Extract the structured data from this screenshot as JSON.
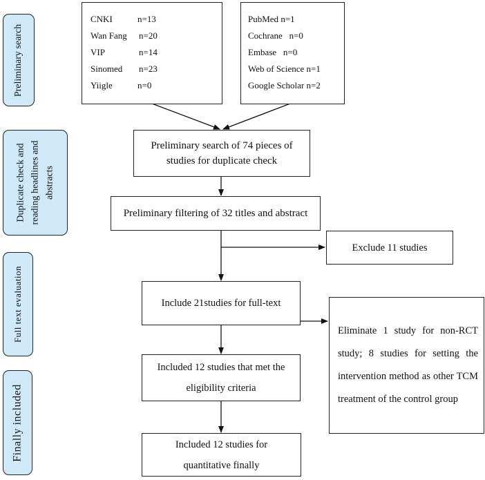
{
  "stages": [
    {
      "label": "Preliminary search"
    },
    {
      "label_lines": [
        "Duplicate check and",
        "reading headlines and",
        "abstracts"
      ]
    },
    {
      "label": "Full text evaluation"
    },
    {
      "label": "Finally included"
    }
  ],
  "chinese_databases": [
    {
      "name": "CNKI",
      "count": "n=13"
    },
    {
      "name": "Wan Fang",
      "count": "n=20"
    },
    {
      "name": "VIP",
      "count": "n=14"
    },
    {
      "name": "Sinomed",
      "count": "n=23"
    },
    {
      "name": "Yiigle",
      "count": "n=0"
    }
  ],
  "english_databases": [
    {
      "name": "PubMed",
      "count": "n=1"
    },
    {
      "name": "Cochrane",
      "count": "n=0"
    },
    {
      "name": "Embase",
      "count": "n=0"
    },
    {
      "name": "Web of Science",
      "count": "n=1"
    },
    {
      "name": "Google Scholar",
      "count": "n=2"
    }
  ],
  "boxes": {
    "duplicate_check": [
      "Preliminary search of 74 pieces of",
      "studies for duplicate check"
    ],
    "filtering": "Preliminary filtering of 32 titles and abstract",
    "exclude": "Exclude 11 studies",
    "full_text": "Include 21studies for full-text",
    "eliminate": "Eliminate 1 study for non-RCT study; 8 studies for setting the intervention method as other TCM treatment of the control group",
    "eligible": [
      "Included 12 studies that met the",
      "eligibility criteria"
    ],
    "final": [
      "Included 12 studies for",
      "quantitative finally"
    ]
  },
  "colors": {
    "stage_fill": "#cfe9f9",
    "stroke": "#222222"
  }
}
